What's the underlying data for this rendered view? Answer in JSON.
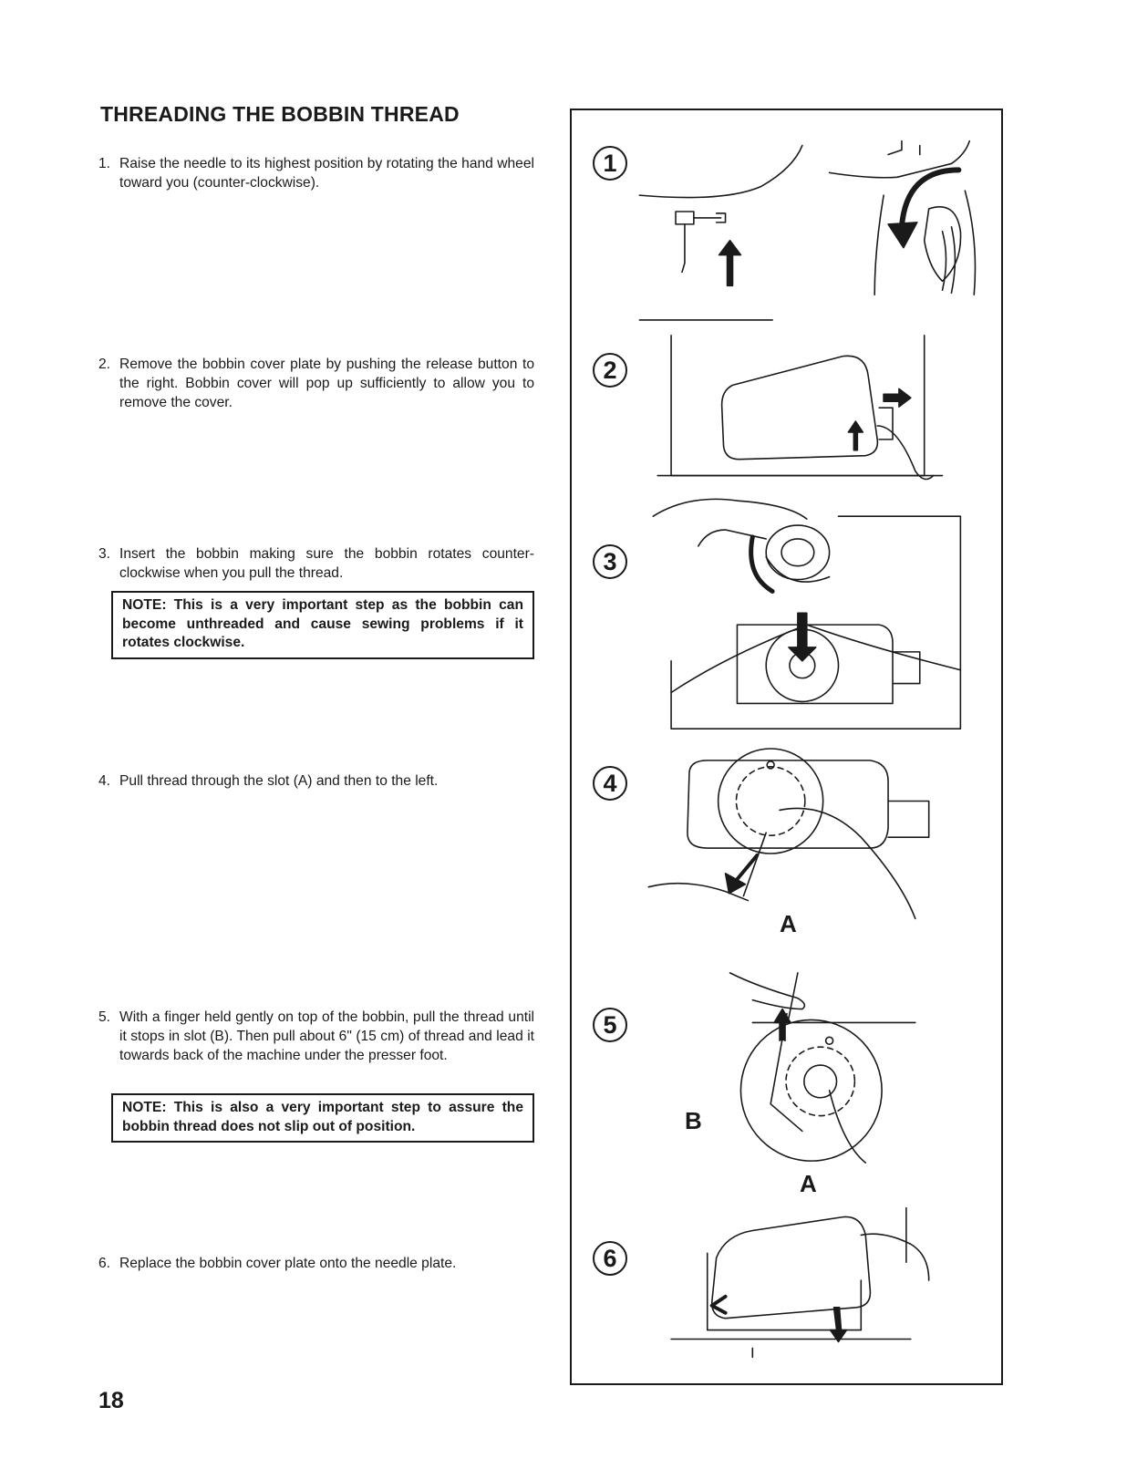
{
  "section_title": "THREADING THE BOBBIN THREAD",
  "steps": [
    {
      "number": "1.",
      "text": "Raise the needle to its highest position by rotating the hand wheel toward you (counter-clockwise)."
    },
    {
      "number": "2.",
      "text": "Remove the bobbin cover plate by pushing the release button to the right. Bobbin cover will pop up sufficiently to allow you to remove the cover."
    },
    {
      "number": "3.",
      "text": "Insert the bobbin making sure the bobbin rotates counter-clockwise when you pull the thread."
    },
    {
      "number": "4.",
      "text": "Pull thread through the slot (A) and then to the left."
    },
    {
      "number": "5.",
      "text": "With a finger held gently on top of the bobbin, pull the thread until it stops in slot (B). Then pull about 6\" (15 cm) of thread and lead it towards back of the machine under the presser foot."
    },
    {
      "number": "6.",
      "text": "Replace the bobbin cover plate onto the needle plate."
    }
  ],
  "notes": [
    "NOTE: This is a very important step as the bobbin can become unthreaded and cause sewing problems if it rotates clockwise.",
    "NOTE: This is also a very important step to assure the bobbin thread does not slip out of position."
  ],
  "figure": {
    "badges": [
      "1",
      "2",
      "3",
      "4",
      "5",
      "6"
    ],
    "labels": {
      "slot_a_step4": "A",
      "slot_b_step5": "B",
      "slot_a_step5": "A"
    }
  },
  "page_number": "18"
}
